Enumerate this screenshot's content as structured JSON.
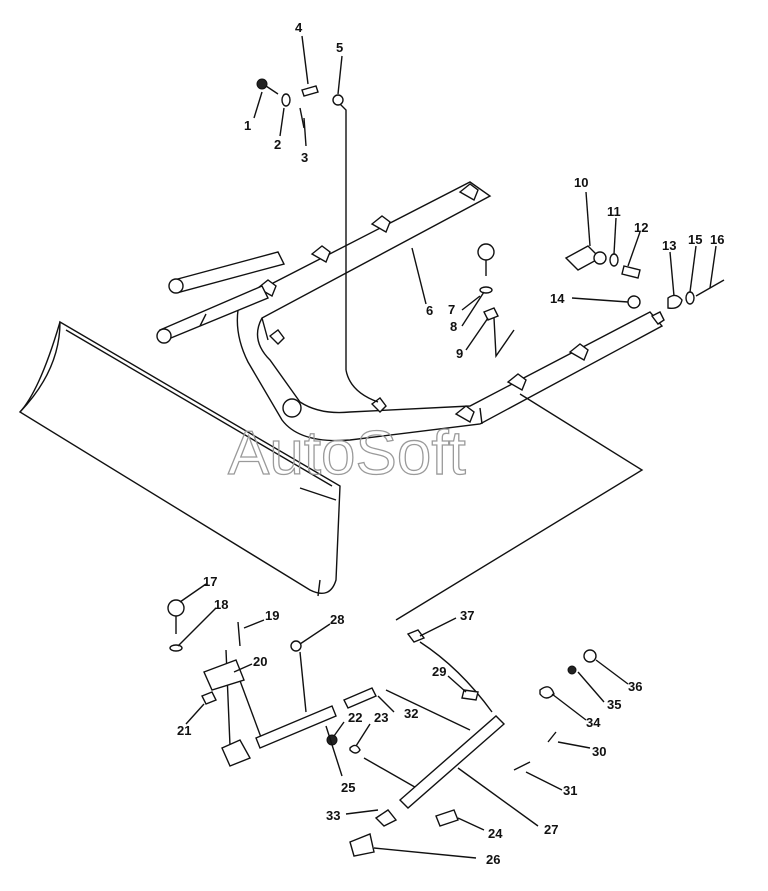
{
  "watermark": "AutoSoft",
  "parts": [
    {
      "id": "1",
      "label": "1"
    },
    {
      "id": "2",
      "label": "2"
    },
    {
      "id": "3",
      "label": "3"
    },
    {
      "id": "4",
      "label": "4"
    },
    {
      "id": "5",
      "label": "5"
    },
    {
      "id": "6",
      "label": "6"
    },
    {
      "id": "7",
      "label": "7"
    },
    {
      "id": "8",
      "label": "8"
    },
    {
      "id": "9",
      "label": "9"
    },
    {
      "id": "10",
      "label": "10"
    },
    {
      "id": "11",
      "label": "11"
    },
    {
      "id": "12",
      "label": "12"
    },
    {
      "id": "13",
      "label": "13"
    },
    {
      "id": "14",
      "label": "14"
    },
    {
      "id": "15",
      "label": "15"
    },
    {
      "id": "16",
      "label": "16"
    },
    {
      "id": "17",
      "label": "17"
    },
    {
      "id": "18",
      "label": "18"
    },
    {
      "id": "19",
      "label": "19"
    },
    {
      "id": "20",
      "label": "20"
    },
    {
      "id": "21",
      "label": "21"
    },
    {
      "id": "22",
      "label": "22"
    },
    {
      "id": "23",
      "label": "23"
    },
    {
      "id": "24",
      "label": "24"
    },
    {
      "id": "25",
      "label": "25"
    },
    {
      "id": "26",
      "label": "26"
    },
    {
      "id": "27",
      "label": "27"
    },
    {
      "id": "28",
      "label": "28"
    },
    {
      "id": "29",
      "label": "29"
    },
    {
      "id": "30",
      "label": "30"
    },
    {
      "id": "31",
      "label": "31"
    },
    {
      "id": "32",
      "label": "32"
    },
    {
      "id": "33",
      "label": "33"
    },
    {
      "id": "34",
      "label": "34"
    },
    {
      "id": "35",
      "label": "35"
    },
    {
      "id": "36",
      "label": "36"
    },
    {
      "id": "37",
      "label": "37"
    }
  ]
}
